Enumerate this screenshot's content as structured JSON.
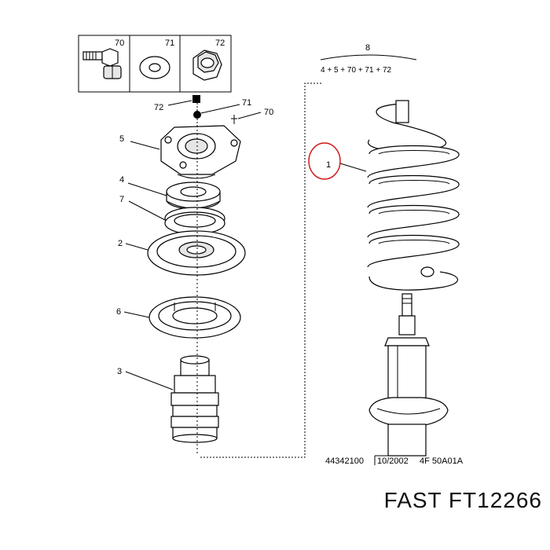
{
  "legend_boxes": [
    {
      "ref": "70",
      "icon": "bolt-icon"
    },
    {
      "ref": "71",
      "icon": "washer-icon"
    },
    {
      "ref": "72",
      "icon": "nut-icon"
    }
  ],
  "fastener_labels": {
    "nut": "72",
    "washer": "71",
    "bolt": "70"
  },
  "parts": {
    "mount": "5",
    "bearing": "4",
    "seal_ring": "7",
    "upper_seat": "2",
    "lower_seat": "6",
    "bump_stop": "3",
    "spring": "1"
  },
  "kit": {
    "number": "8",
    "formula": "4 + 5 + 70 + 71 + 72"
  },
  "footer": {
    "ref_code": "44342100",
    "date": "10/2002",
    "variant": "4F  50A01A"
  },
  "brand": "FAST FT12266",
  "colors": {
    "highlight": "#d11a1a",
    "line": "#000000",
    "shade": "#e6e6e6"
  }
}
